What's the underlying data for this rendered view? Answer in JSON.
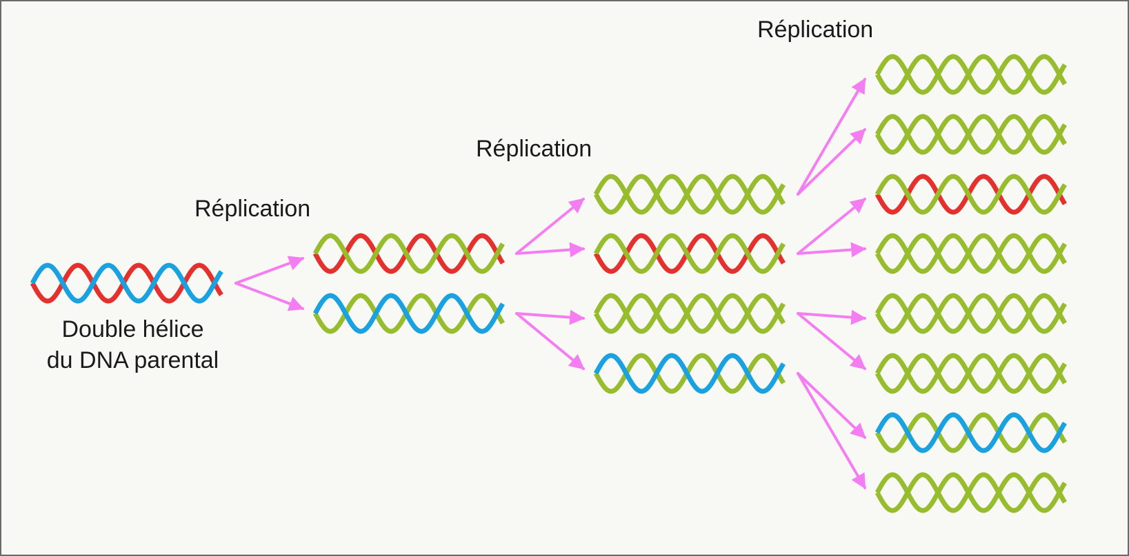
{
  "labels": {
    "step_1": "Réplication",
    "step_2": "Réplication",
    "step_3": "Réplication",
    "parent_line_1": "Double hélice",
    "parent_line_2": "du DNA parental"
  },
  "colors": {
    "parent_strand_a": "#e4312e",
    "parent_strand_b": "#1aa1e0",
    "new_strand": "#97bd2f",
    "arrow": "#f57df2",
    "background": "#f8f8f4"
  },
  "generations": [
    {
      "index": 0,
      "helices": [
        {
          "strands": [
            "red",
            "blue"
          ]
        }
      ]
    },
    {
      "index": 1,
      "helices": [
        {
          "strands": [
            "red",
            "green"
          ]
        },
        {
          "strands": [
            "green",
            "blue"
          ]
        }
      ]
    },
    {
      "index": 2,
      "helices": [
        {
          "strands": [
            "green",
            "green"
          ]
        },
        {
          "strands": [
            "red",
            "green"
          ]
        },
        {
          "strands": [
            "green",
            "green"
          ]
        },
        {
          "strands": [
            "green",
            "blue"
          ]
        }
      ]
    },
    {
      "index": 3,
      "helices": [
        {
          "strands": [
            "green",
            "green"
          ]
        },
        {
          "strands": [
            "green",
            "green"
          ]
        },
        {
          "strands": [
            "red",
            "green"
          ]
        },
        {
          "strands": [
            "green",
            "green"
          ]
        },
        {
          "strands": [
            "green",
            "green"
          ]
        },
        {
          "strands": [
            "green",
            "green"
          ]
        },
        {
          "strands": [
            "green",
            "blue"
          ]
        },
        {
          "strands": [
            "green",
            "green"
          ]
        }
      ]
    }
  ]
}
